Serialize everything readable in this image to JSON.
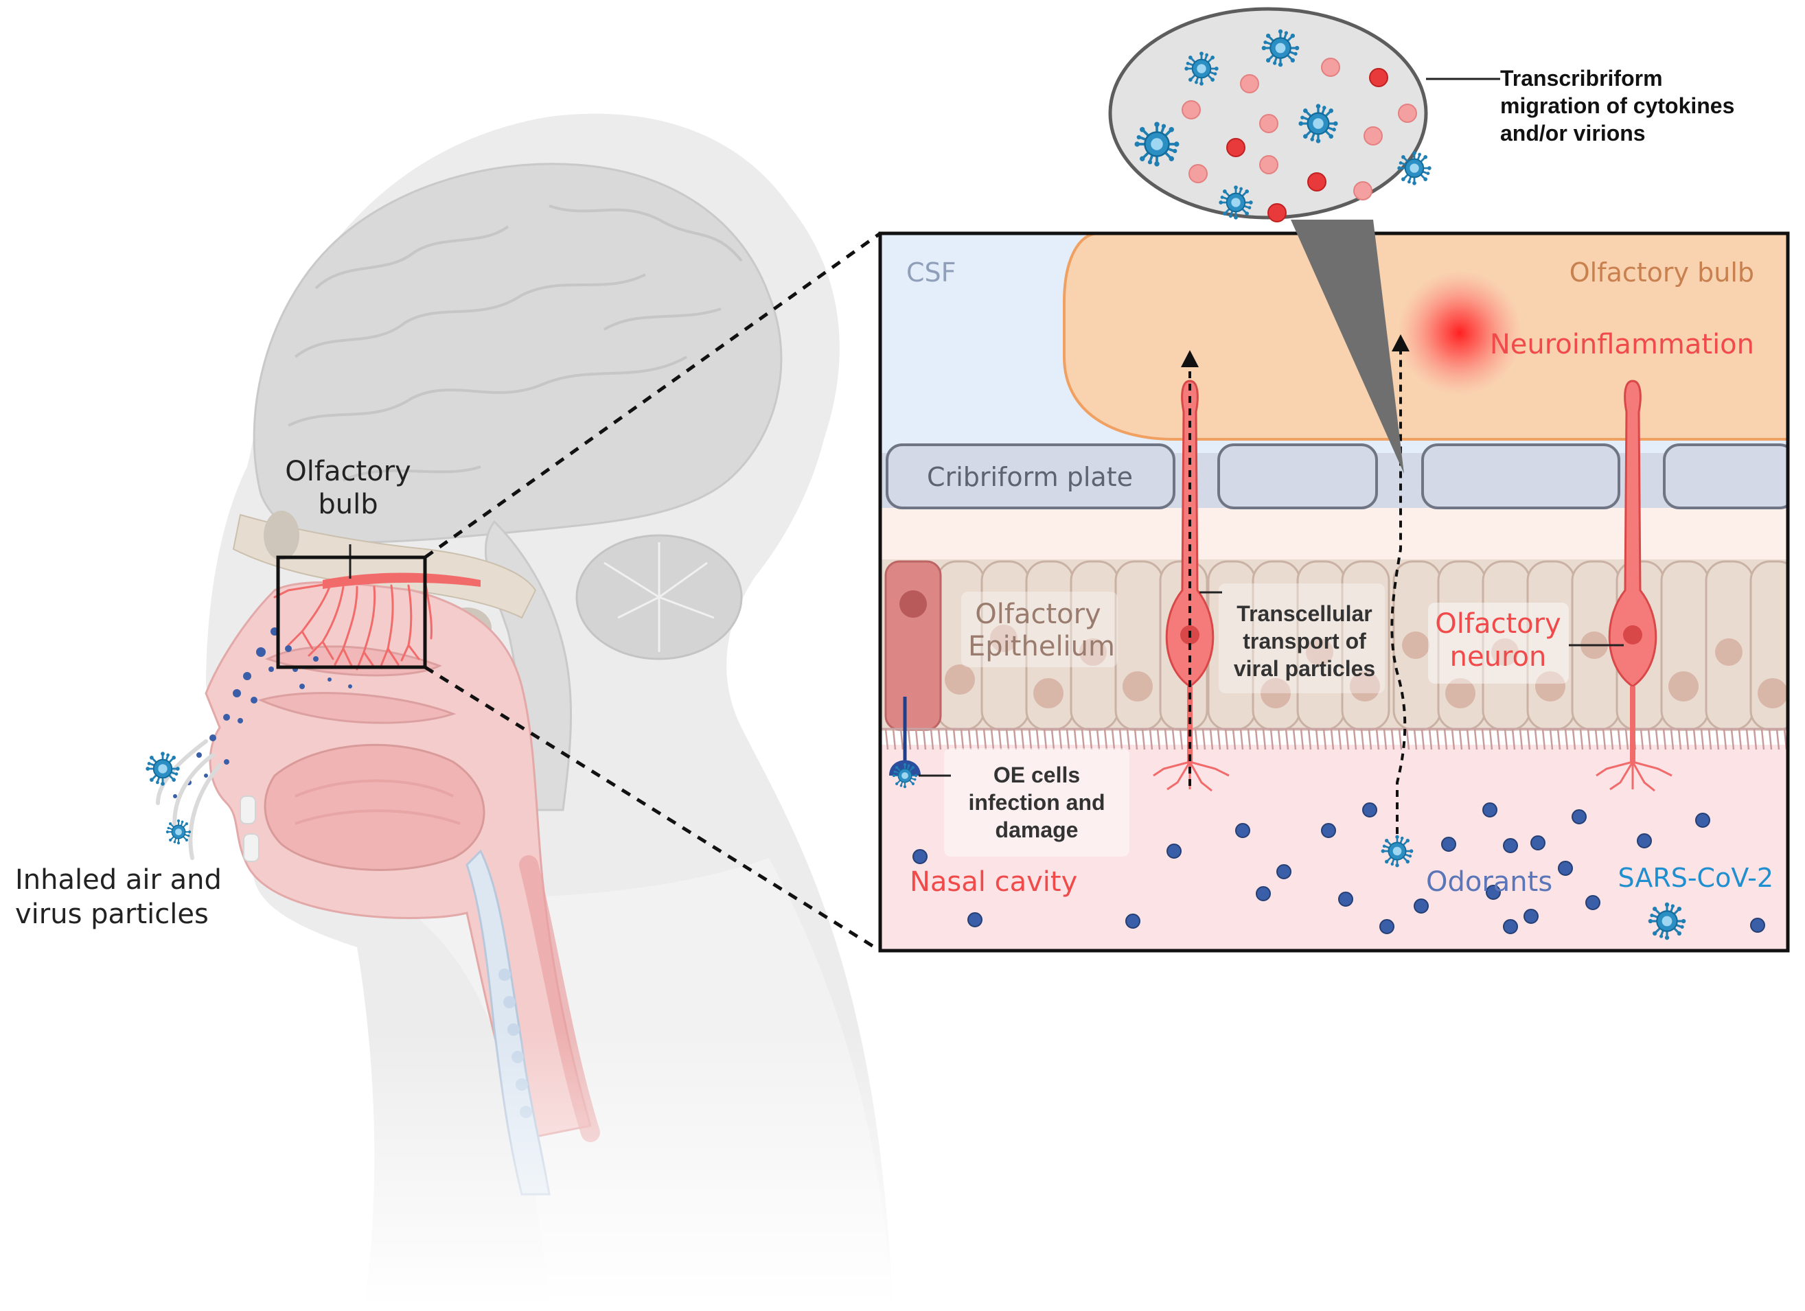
{
  "labels": {
    "olfactory_bulb_head_line1": "Olfactory",
    "olfactory_bulb_head_line2": "bulb",
    "inhaled_line1": "Inhaled air and",
    "inhaled_line2": "virus particles",
    "callout_line1": "Transcribriform",
    "callout_line2": "migration of cytokines",
    "callout_line3": "and/or virions",
    "csf": "CSF",
    "olfactory_bulb": "Olfactory bulb",
    "neuroinflammation": "Neuroinflammation",
    "cribriform_plate": "Cribriform plate",
    "epithelium_line1": "Olfactory",
    "epithelium_line2": "Epithelium",
    "transcellular_line1": "Transcellular",
    "transcellular_line2": "transport of",
    "transcellular_line3": "viral particles",
    "olfactory_neuron_line1": "Olfactory",
    "olfactory_neuron_line2": "neuron",
    "oe_line1": "OE cells",
    "oe_line2": "infection and",
    "oe_line3": "damage",
    "nasal_cavity": "Nasal cavity",
    "odorants": "Odorants",
    "sars_cov_2": "SARS-CoV-2"
  },
  "colors": {
    "virus": "#1f7fb3",
    "neuron": "#f26b6b",
    "neuron_dark": "#d94848",
    "odorant": "#3a5fa8",
    "bulb_fill": "#f9d2b0",
    "bulb_stroke": "#f0a060",
    "csf_fill": "#e4eefa",
    "plate_fill": "#d3d9e6",
    "epithelium_fill": "#eadbd1",
    "nasal_fill": "#fbe3e6",
    "inflammation": "#ff3030",
    "head_gray": "#e9e9e9",
    "tissue_pink": "#f4c4c4"
  },
  "icons": [
    "virus-icon",
    "cytokine-icon",
    "odorant-icon",
    "neuron-icon",
    "arrow-up-icon"
  ]
}
